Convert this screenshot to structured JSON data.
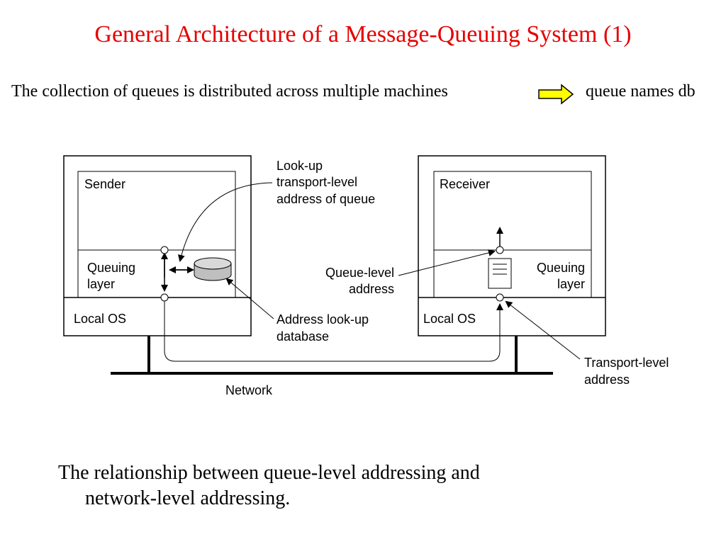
{
  "title": "General Architecture of a Message-Queuing System (1)",
  "subtitle": {
    "left": "The collection of queues is distributed across multiple machines",
    "right": "queue names db",
    "arrow_icon": "right-arrow-icon",
    "arrow_color": "#ffff00"
  },
  "diagram": {
    "sender": {
      "label": "Sender",
      "queuing_layer_line1": "Queuing",
      "queuing_layer_line2": "layer",
      "os": "Local OS"
    },
    "receiver": {
      "label": "Receiver",
      "queuing_layer_line1": "Queuing",
      "queuing_layer_line2": "layer",
      "os": "Local OS"
    },
    "lookup_note": [
      "Look-up",
      "transport-level",
      "address of queue"
    ],
    "queue_level_address": [
      "Queue-level",
      "address"
    ],
    "address_lookup_db": [
      "Address look-up",
      "database"
    ],
    "transport_level_address": [
      "Transport-level",
      "address"
    ],
    "network": "Network"
  },
  "caption": {
    "line1": "The relationship between queue-level addressing and",
    "line2": "network-level addressing."
  }
}
